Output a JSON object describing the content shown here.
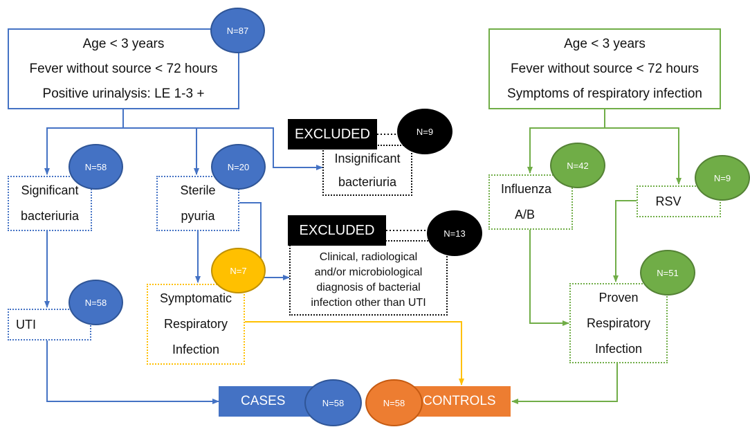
{
  "colors": {
    "blue": "#4472c4",
    "green": "#70ad47",
    "yellow": "#ffc000",
    "orange": "#ed7d31",
    "black": "#000000"
  },
  "left_criteria": {
    "lines": [
      "Age < 3 years",
      "Fever without source < 72 hours",
      "Positive urinalysis: LE 1-3 +"
    ],
    "n": "N=87"
  },
  "right_criteria": {
    "lines": [
      "Age < 3 years",
      "Fever without source < 72 hours",
      "Symptoms of respiratory infection"
    ]
  },
  "significant": {
    "lines": [
      "Significant",
      "bacteriuria"
    ],
    "n": "N=58"
  },
  "sterile": {
    "lines": [
      "Sterile",
      "pyuria"
    ],
    "n": "N=20"
  },
  "excluded1": {
    "label": "EXCLUDED",
    "n": "N=9",
    "lines": [
      "Insignificant",
      "bacteriuria"
    ]
  },
  "excluded2": {
    "label": "EXCLUDED",
    "n": "N=13",
    "lines": [
      "Clinical, radiological",
      "and/or microbiological",
      "diagnosis of bacterial",
      "infection other than UTI"
    ]
  },
  "uti": {
    "label": "UTI",
    "n": "N=58"
  },
  "symptomatic": {
    "lines": [
      "Symptomatic",
      "Respiratory",
      "Infection"
    ],
    "n": "N=7"
  },
  "influenza": {
    "lines": [
      "Influenza",
      "A/B"
    ],
    "n": "N=42"
  },
  "rsv": {
    "label": "RSV",
    "n": "N=9"
  },
  "proven": {
    "lines": [
      "Proven",
      "Respiratory",
      "Infection"
    ],
    "n": "N=51"
  },
  "cases": {
    "label": "CASES",
    "n": "N=58"
  },
  "controls": {
    "label": "CONTROLS",
    "n": "N=58"
  }
}
